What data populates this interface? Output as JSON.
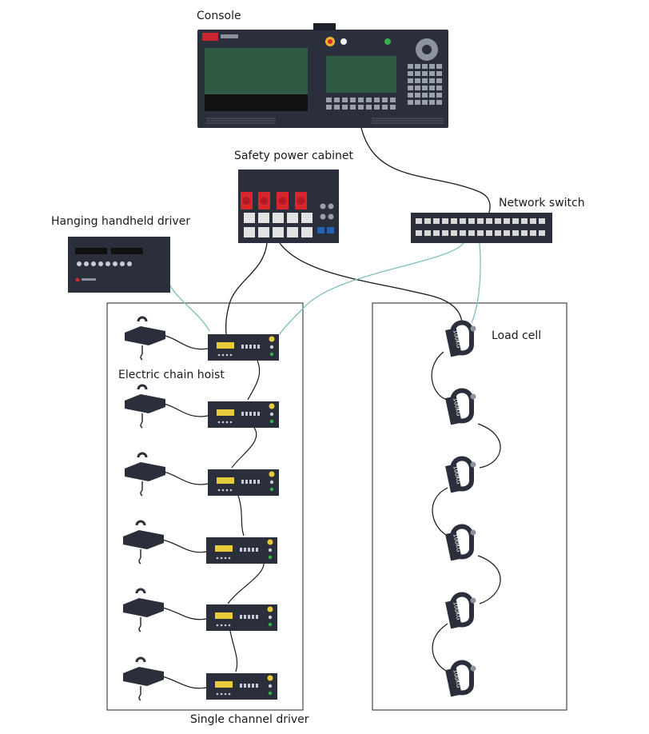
{
  "labels": {
    "console": "Console",
    "safety_cabinet": "Safety power cabinet",
    "network_switch": "Network switch",
    "handheld_driver": "Hanging handheld driver",
    "chain_hoist": "Electric chain hoist",
    "load_cell": "Load cell",
    "single_channel_driver": "Single channel driver"
  },
  "load_cell_rating": "100KG",
  "colors": {
    "device_dark": "#2b2f3c",
    "device_panel": "#3a3f4e",
    "screen_green": "#2e5a44",
    "cable_black": "#1a1a1a",
    "cable_teal": "#7fbfbf",
    "socket_red": "#d8262d",
    "display_yellow": "#e6cc3a",
    "led_green": "#35b24a"
  },
  "counts": {
    "chain_hoists": 6,
    "single_channel_drivers": 6,
    "load_cells": 6
  }
}
